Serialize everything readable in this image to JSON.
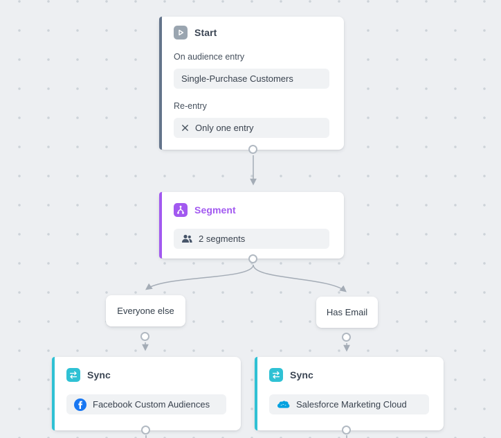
{
  "canvas": {
    "bg": "#edeff2",
    "dot_color": "#ccd2d8"
  },
  "colors": {
    "canvas_bg": "#edeff2",
    "dot_color": "#ccd2d8",
    "start_accent": "#64748b",
    "segment_accent": "#a259f0",
    "sync_accent": "#2fc1d4",
    "edge": "#a4acb6"
  },
  "start_node": {
    "title": "Start",
    "icon": "play-icon",
    "entry_label": "On audience entry",
    "entry_value": "Single-Purchase Customers",
    "reentry_label": "Re-entry",
    "reentry_icon": "x-icon",
    "reentry_value": "Only one entry"
  },
  "segment_node": {
    "title": "Segment",
    "icon": "segment-split-icon",
    "segments_icon": "people-icon",
    "segments_value": "2 segments"
  },
  "branches": [
    {
      "label": "Everyone else"
    },
    {
      "label": "Has Email"
    }
  ],
  "sync_nodes": [
    {
      "title": "Sync",
      "icon": "sync-icon",
      "destination_icon": "facebook-icon",
      "destination": "Facebook Custom Audiences"
    },
    {
      "title": "Sync",
      "icon": "sync-icon",
      "destination_icon": "salesforce-icon",
      "destination": "Salesforce Marketing Cloud"
    }
  ]
}
